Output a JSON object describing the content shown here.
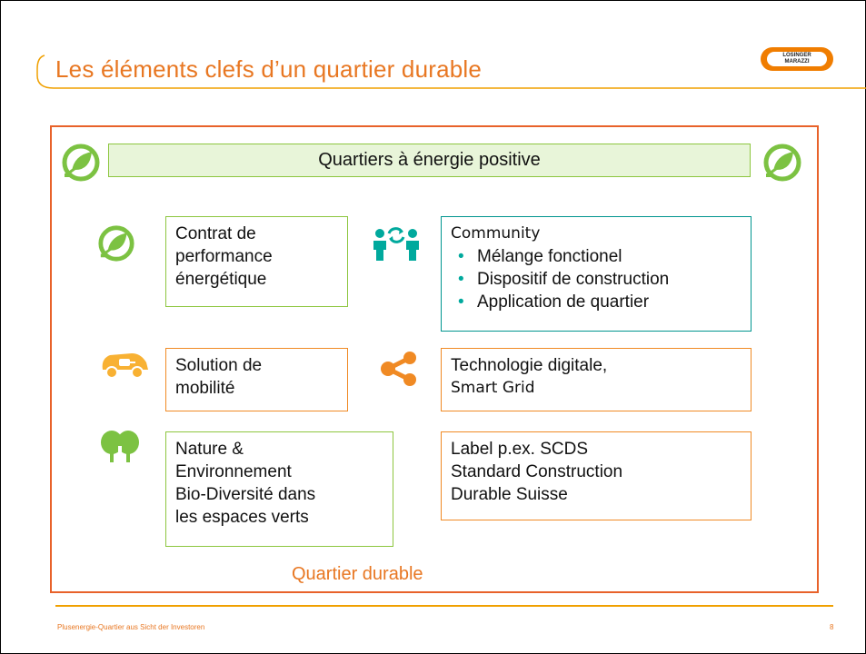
{
  "slide": {
    "title": "Les éléments clefs d’un quartier durable",
    "logo": {
      "line1": "LOSINGER",
      "line2": "MARAZZI"
    },
    "banner": "Quartiers à énergie positive",
    "boxes": {
      "contrat": "Contrat de\nperformance\nénergétique",
      "community_title": "Community",
      "community_items": [
        "Mélange fonctionel",
        "Dispositif de construction",
        "Application de quartier"
      ],
      "mobilite": "Solution de\nmobilité",
      "tech_line1": "Technologie digitale,",
      "tech_line2": "Smart Grid",
      "nature": "Nature &\nEnvironnement\nBio-Diversité  dans\nles espaces verts",
      "label": "Label p.ex. SCDS\nStandard Construction\nDurable Suisse"
    },
    "frame_label": "Quartier durable",
    "footer_text": "Plusenergie-Quartier aus Sicht der Investoren",
    "page_number": "8"
  },
  "colors": {
    "accent_orange": "#e87722",
    "green": "#8dc63f",
    "teal": "#00958f",
    "banner_bg": "#e8f5d9"
  },
  "icons": [
    "energy-leaf-icon",
    "people-exchange-icon",
    "electric-car-icon",
    "share-network-icon",
    "trees-icon"
  ]
}
